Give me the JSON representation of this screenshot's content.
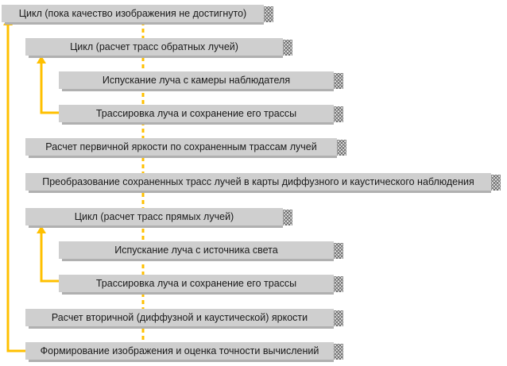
{
  "diagram": {
    "steps": [
      "Цикл (пока качество изображения не достигнуто)",
      "Цикл (расчет трасс обратных лучей)",
      "Испускание луча с камеры наблюдателя",
      "Трассировка луча и сохранение его трассы",
      "Расчет первичной яркости по сохраненным трассам лучей",
      "Преобразование сохраненных трасс лучей в карты диффузного и каустического наблюдения",
      "Цикл (расчет трасс прямых лучей)",
      "Испускание луча с источника света",
      "Трассировка луча и сохранение его трассы",
      "Расчет вторичной (диффузной и каустической) яркости",
      "Формирование изображения и оценка точности вычислений"
    ],
    "colors": {
      "box_fill": "#cfcfcf",
      "arrow_yellow": "#ffc000",
      "text": "#1a1a1a"
    }
  }
}
